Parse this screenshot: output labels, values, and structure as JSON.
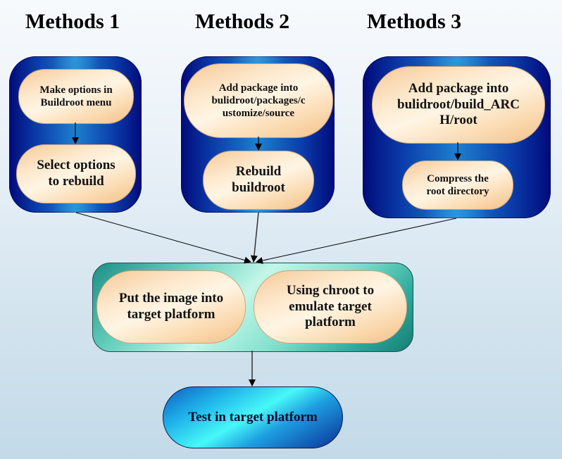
{
  "headings": {
    "method1": "Methods 1",
    "method2": "Methods 2",
    "method3": "Methods 3"
  },
  "method1": {
    "steps": [
      "Make options in Buildroot menu",
      "Select options to rebuild"
    ]
  },
  "method2": {
    "steps": [
      "Add package into bulidroot/packages/customize/source",
      "Rebuild buildroot"
    ],
    "step1_lines": [
      "Add package into",
      "bulidroot/packages/c",
      "ustomize/source"
    ],
    "step2_lines": [
      "Rebuild",
      "buildroot"
    ]
  },
  "method3": {
    "step1_lines": [
      "Add package into",
      "bulidroot/build_ARC",
      "H/root"
    ],
    "step2_lines": [
      "Compress the",
      "root directory"
    ]
  },
  "method1_lines": {
    "step1_lines": [
      "Make options in",
      "Buildroot menu"
    ],
    "step2_lines": [
      "Select options",
      "to rebuild"
    ]
  },
  "deploy": {
    "option1_lines": [
      "Put the image into",
      "target platform"
    ],
    "option2_lines": [
      "Using chroot to",
      "emulate target",
      "platform"
    ]
  },
  "final": {
    "label": "Test in target platform"
  },
  "colors": {
    "group_blue": "#0a3aa8",
    "pill_peach": "#fbdcb4",
    "teal": "#69d2c0",
    "cyan": "#48f8f8"
  }
}
